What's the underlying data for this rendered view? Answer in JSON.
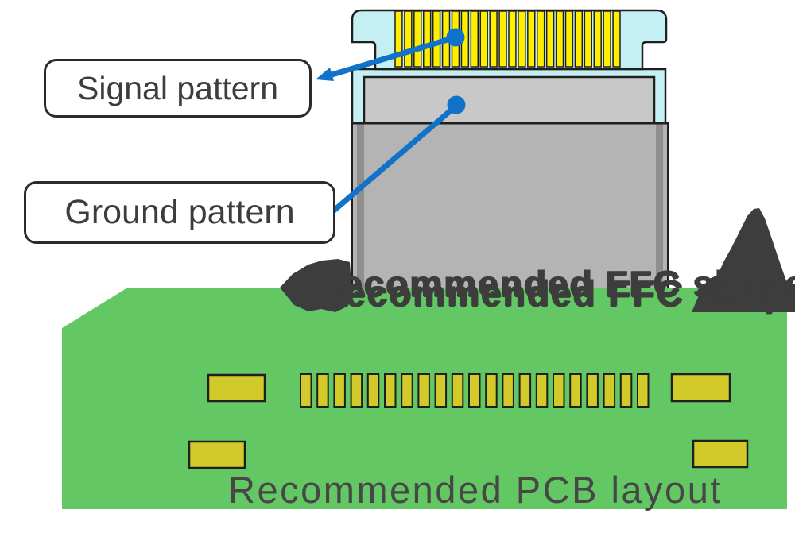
{
  "callouts": {
    "signal": {
      "label": "Signal pattern"
    },
    "ground": {
      "label": "Ground pattern"
    }
  },
  "captions": {
    "ffc_shape": "Recommended FFC shape",
    "pcb_layout": "Recommended PCB layout"
  },
  "connector": {
    "stripe_count": 24,
    "colors": {
      "body_cyan": "#c4eff3",
      "stripe_yellow": "#ffee00",
      "ground_plate_gray": "#c8c8c8",
      "cable_gray": "#b4b4b4",
      "cable_edge_gray": "#8f8f8f",
      "outline": "#1f1f1f"
    }
  },
  "pcb": {
    "small_pad_count": 21,
    "large_pad_count": 4,
    "colors": {
      "board_green": "#63c764",
      "pad_yellow": "#d2ca2a"
    }
  },
  "accents": {
    "callout_blue": "#1172c9",
    "silhouette_dark": "#3d3d3d"
  }
}
